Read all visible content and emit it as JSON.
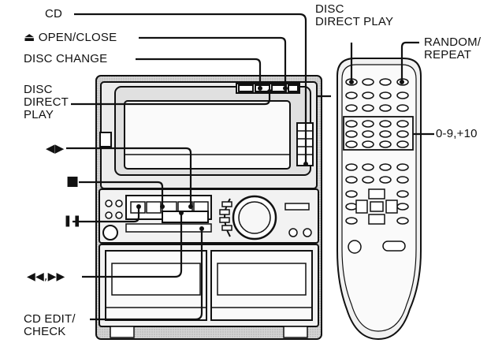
{
  "labels": {
    "cd": "CD",
    "open_close": "⏏ OPEN/CLOSE",
    "disc_change": "DISC CHANGE",
    "disc_direct_play_left": [
      "DISC",
      "DIRECT",
      "PLAY"
    ],
    "disc_direct_play_right": [
      "DISC",
      "DIRECT PLAY"
    ],
    "random_repeat": [
      "RANDOM/",
      "REPEAT"
    ],
    "numbers": "0-9,+10",
    "play": "◀▶",
    "stop": "■",
    "pause": "❚❚",
    "skip": "◀◀,▶▶",
    "cd_edit_check": [
      "CD EDIT/",
      "CHECK"
    ]
  },
  "colors": {
    "ink": "#111111",
    "panel": "#e6e6e6",
    "panel_dark": "#bcbcbc",
    "paper": "#ffffff"
  }
}
